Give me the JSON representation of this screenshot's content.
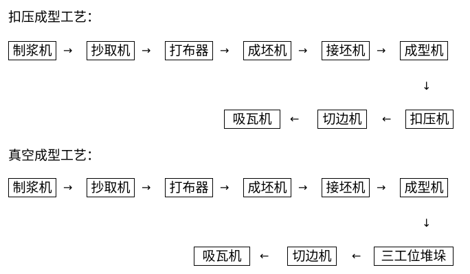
{
  "section1": {
    "title": "扣压成型工艺：",
    "row1": [
      "制浆机",
      "抄取机",
      "打布器",
      "成坯机",
      "接坯机",
      "成型机"
    ],
    "row2": [
      "吸瓦机",
      "切边机",
      "扣压机"
    ]
  },
  "section2": {
    "title": "真空成型工艺：",
    "row1": [
      "制浆机",
      "抄取机",
      "打布器",
      "成坯机",
      "接坯机",
      "成型机"
    ],
    "row2": [
      "吸瓦机",
      "切边机",
      "三工位堆垛"
    ]
  },
  "arrows": {
    "right": "→",
    "left": "←",
    "down": "↓"
  }
}
